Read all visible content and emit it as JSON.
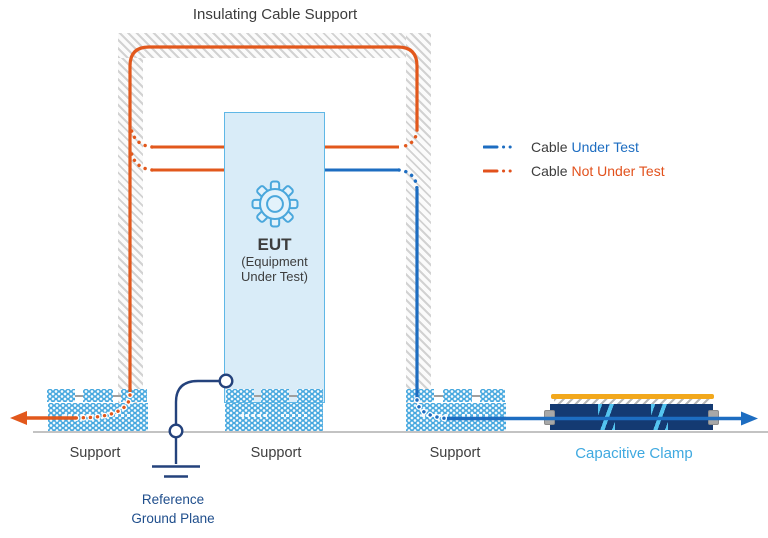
{
  "title": "Insulating Cable Support",
  "legend": {
    "items": [
      {
        "prefix": "Cable ",
        "highlight": "Under Test",
        "color": "#1d6dc1"
      },
      {
        "prefix": "Cable ",
        "highlight": "Not Under Test",
        "color": "#e2511c"
      }
    ]
  },
  "eut": {
    "label": "EUT",
    "subtitle_line1": "(Equipment",
    "subtitle_line2": "Under Test)",
    "icon": "gear-icon"
  },
  "supports": {
    "left": "Support",
    "middle": "Support",
    "right": "Support"
  },
  "clamp": {
    "label": "Capacitive Clamp"
  },
  "ground": {
    "line1": "Reference",
    "line2": "Ground Plane"
  },
  "colors": {
    "cable_under_test": "#1d6dc1",
    "cable_not_under_test": "#e2581c",
    "support_fill": "#45a7de",
    "clamp_body": "#143a72",
    "clamp_top_bar": "#f2a81c",
    "eut_fill": "#d9ecf8",
    "eut_border": "#5fb7e6",
    "hatch_stripe": "#d2d2d2",
    "ground_wire": "#24427c",
    "ground_plane_line": "#c3c3c3",
    "clamp_label": "#3fa9e0"
  }
}
